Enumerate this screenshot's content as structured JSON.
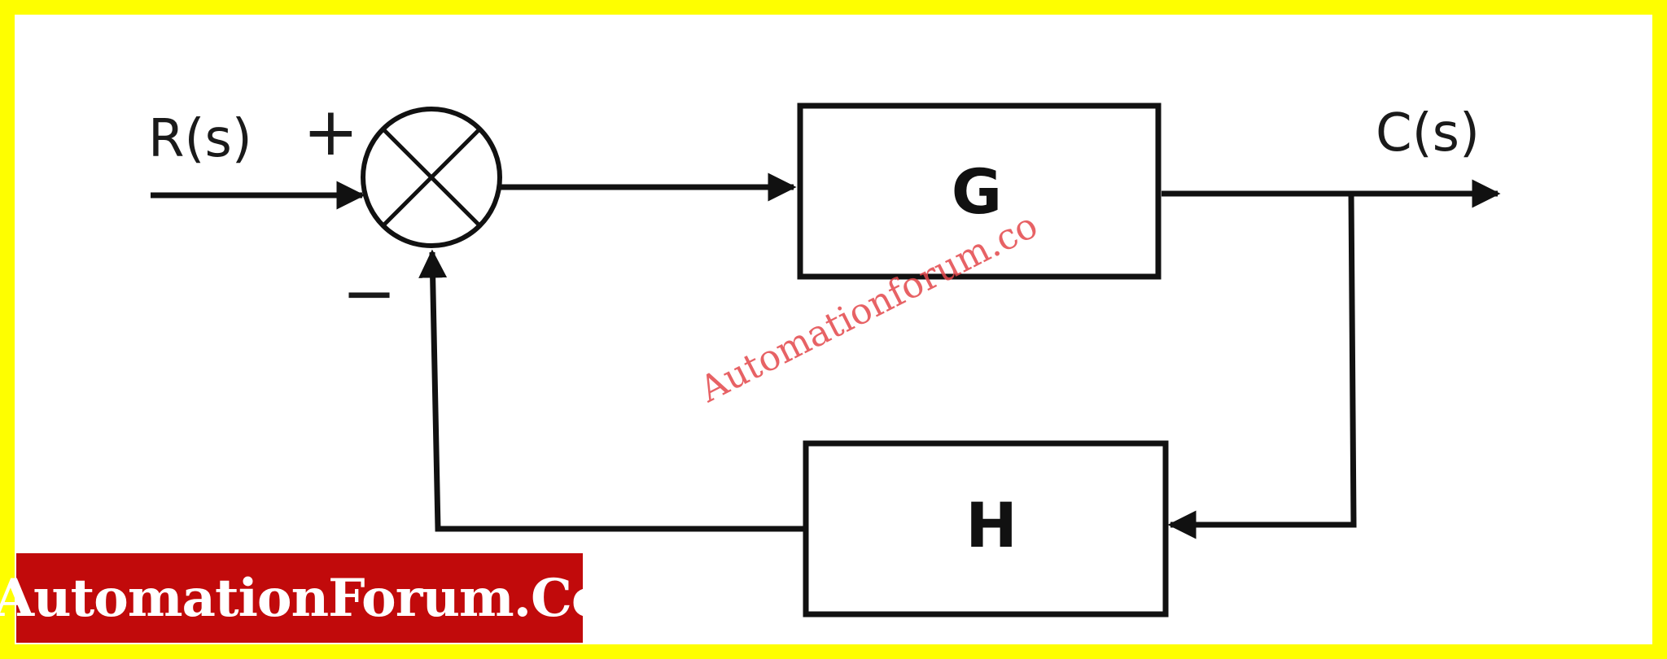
{
  "diagram": {
    "input_label": "R(s)",
    "output_label": "C(s)",
    "plus_sign": "+",
    "minus_sign": "−",
    "forward_block": "G",
    "feedback_block": "H",
    "watermark": "Automationforum.co"
  },
  "brand": {
    "label": "AutomationForum.Co"
  },
  "colors": {
    "frame": "#fefe00",
    "brand_bg": "#c10a0b",
    "watermark": "#e3474b",
    "line": "#111111"
  }
}
